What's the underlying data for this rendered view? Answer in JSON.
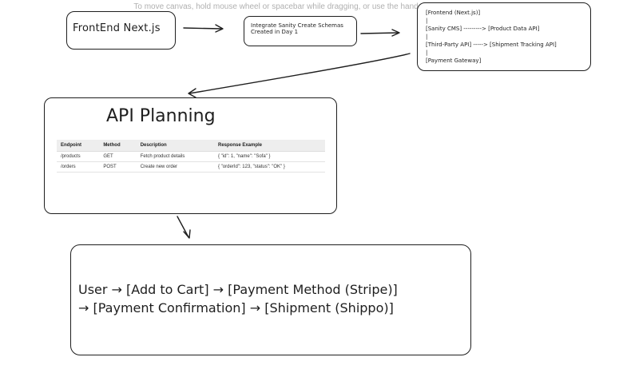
{
  "canvas_hint": "To move canvas, hold mouse wheel or spacebar while dragging, or use the hand tool",
  "nodes": {
    "frontend": {
      "label": "FrontEnd Next.js"
    },
    "sanity_schema": {
      "label": "Integrate Sanity Create Schemas Created in Day 1"
    },
    "architecture": {
      "lines": [
        "[Frontend (Next.js)]",
        "|",
        "[Sanity CMS] ---------> [Product Data API]",
        "|",
        "[Third-Party API] -----> [Shipment Tracking API]",
        "|",
        "[Payment Gateway]"
      ]
    },
    "api_planning": {
      "title": "API Planning",
      "table": {
        "headers": [
          "Endpoint",
          "Method",
          "Description",
          "Response Example"
        ],
        "rows": [
          [
            "/products",
            "GET",
            "Fetch product details",
            "{ \"id\": 1, \"name\": \"Sofa\" }"
          ],
          [
            "/orders",
            "POST",
            "Create new order",
            "{ \"orderId\": 123, \"status\": \"OK\" }"
          ]
        ]
      }
    },
    "checkout_flow": {
      "line1": "User → [Add to Cart] → [Payment Method (Stripe)]",
      "line2": "→ [Payment Confirmation] → [Shipment (Shippo)]"
    }
  },
  "colors": {
    "stroke": "#1e1e1e",
    "background": "#ffffff",
    "hint": "#b0b0b0",
    "table_header": "#eeeeee"
  }
}
